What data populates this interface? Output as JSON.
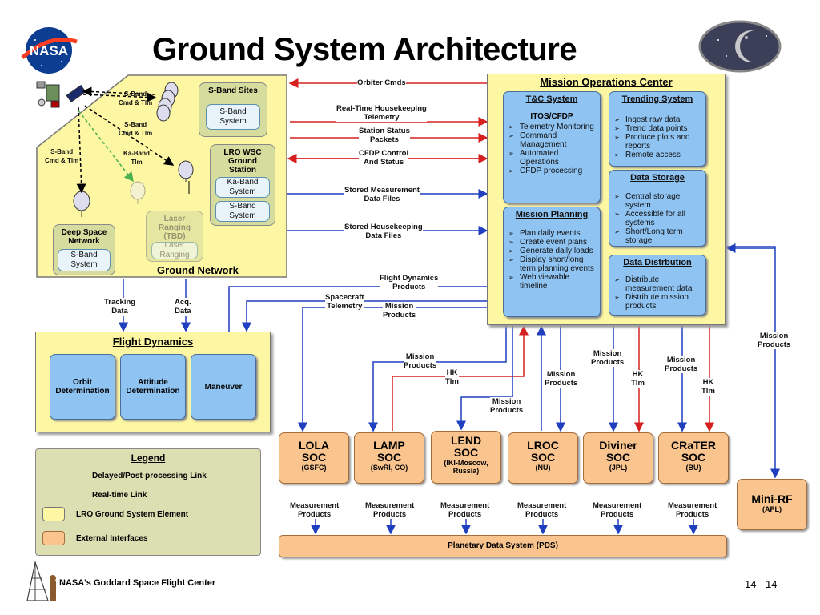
{
  "title": "Ground System Architecture",
  "footer": {
    "center": "NASA's Goddard Space Flight Center",
    "page": "14 - 14"
  },
  "logos": {
    "nasa": "NASA"
  },
  "ground_network": {
    "title": "Ground Network",
    "sband_sites": {
      "title": "S-Band Sites",
      "system": "S-Band\nSystem"
    },
    "wsc": {
      "title": "LRO WSC\nGround\nStation",
      "ka": "Ka-Band\nSystem",
      "s": "S-Band\nSystem"
    },
    "dsn": {
      "title": "Deep Space\nNetwork",
      "system": "S-Band\nSystem"
    },
    "laser": {
      "title": "Laser\nRanging\n(TBD)",
      "system": "Laser\nRanging"
    },
    "links": [
      "S-Band\nCmd & Tlm",
      "S-Band\nCmd & Tlm",
      "Ka-Band\nTlm",
      "S-Band\nCmd & Tlm"
    ]
  },
  "moc": {
    "title": "Mission Operations Center",
    "tc": {
      "title": "T&C System",
      "sub": "ITOS/CFDP",
      "items": [
        "Telemetry Monitoring",
        "Command Management",
        "Automated Operations",
        "CFDP processing"
      ]
    },
    "trending": {
      "title": "Trending System",
      "items": [
        "Ingest raw data",
        "Trend data points",
        "Produce plots and reports",
        "Remote access"
      ]
    },
    "storage": {
      "title": "Data Storage",
      "items": [
        "Central storage system",
        "Accessible for all systems",
        "Short/Long term storage"
      ]
    },
    "planning": {
      "title": "Mission Planning",
      "items": [
        "Plan daily events",
        "Create event plans",
        "Generate daily loads",
        "Display short/long term planning events",
        "Web viewable timeline"
      ]
    },
    "distribution": {
      "title": "Data Distrbution",
      "items": [
        "Distribute measurement data",
        "Distribute mission products"
      ]
    }
  },
  "flows": {
    "orbiter_cmds": "Orbiter Cmds",
    "rt_hk": "Real-Time Housekeeping\nTelemetry",
    "station_status": "Station Status\nPackets",
    "cfdp": "CFDP Control\nAnd Status",
    "stored_meas": "Stored Measurement\nData Files",
    "stored_hk": "Stored Housekeeping\nData Files",
    "fd_products": "Flight Dynamics\nProducts",
    "sc_tlm": "Spacecraft\nTelemetry",
    "mission_products": "Mission\nProducts",
    "tracking": "Tracking\nData",
    "acq": "Acq.\nData",
    "mp1": "Mission\nProducts",
    "hk1": "HK\nTlm",
    "mp2": "Mission\nProducts",
    "mp3": "Mission\nProducts",
    "mp4": "Mission\nProducts",
    "hk2": "HK\nTlm",
    "mp5": "Mission\nProducts",
    "hk3": "HK\nTlm",
    "mp_minirf": "Mission\nProducts"
  },
  "flight_dynamics": {
    "title": "Flight Dynamics",
    "boxes": [
      "Orbit\nDetermination",
      "Attitude\nDetermination",
      "Maneuver"
    ]
  },
  "socs": [
    {
      "name": "LOLA\nSOC",
      "org": "(GSFC)"
    },
    {
      "name": "LAMP\nSOC",
      "org": "(SwRI, CO)"
    },
    {
      "name": "LEND\nSOC",
      "org": "(IKI-Moscow,\nRussia)"
    },
    {
      "name": "LROC\nSOC",
      "org": "(NU)"
    },
    {
      "name": "Diviner\nSOC",
      "org": "(JPL)"
    },
    {
      "name": "CRaTER\nSOC",
      "org": "(BU)"
    }
  ],
  "minirf": {
    "name": "Mini-RF",
    "org": "(APL)"
  },
  "measurement_products": "Measurement\nProducts",
  "pds": "Planetary Data System (PDS)",
  "legend": {
    "title": "Legend",
    "items": [
      "Delayed/Post-processing Link",
      "Real-time Link",
      "LRO Ground System Element",
      "External Interfaces"
    ],
    "colors": {
      "delayed": "#1f3fbf",
      "realtime": "#d62020",
      "element": "#fdf6a3",
      "external": "#f9c48e"
    }
  }
}
